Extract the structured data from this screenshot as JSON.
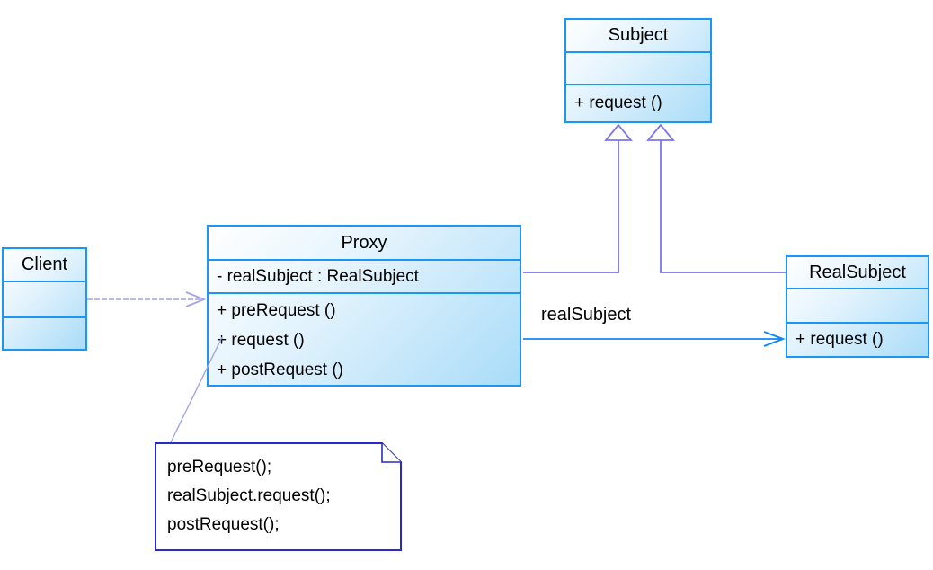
{
  "diagram_type": "uml-class-diagram",
  "classes": {
    "subject": {
      "name": "Subject",
      "attributes": [],
      "methods": [
        "+ request ()"
      ]
    },
    "proxy": {
      "name": "Proxy",
      "attributes": [
        "- realSubject : RealSubject"
      ],
      "methods": [
        "+ preRequest ()",
        "+ request ()",
        "+ postRequest ()"
      ]
    },
    "realsubject": {
      "name": "RealSubject",
      "attributes": [],
      "methods": [
        "+ request ()"
      ]
    },
    "client": {
      "name": "Client",
      "attributes": [],
      "methods": []
    }
  },
  "relationships": {
    "proxy_to_subject": "generalization",
    "realsubject_to_subject": "generalization",
    "proxy_to_realsubject_label": "realSubject",
    "client_to_proxy": "association"
  },
  "note": {
    "lines": [
      "preRequest();",
      "realSubject.request();",
      "postRequest();"
    ]
  },
  "colors": {
    "class_border": "#1b96f2",
    "class_fill_light": "#ffffff",
    "class_fill_dark": "#a9dcf8",
    "generalization_line": "#7d75ea",
    "association_line": "#1286f5",
    "client_arrow_line": "#a3a3ea",
    "note_border": "#2929cc",
    "text": "#000000",
    "background": "#ffffff"
  }
}
